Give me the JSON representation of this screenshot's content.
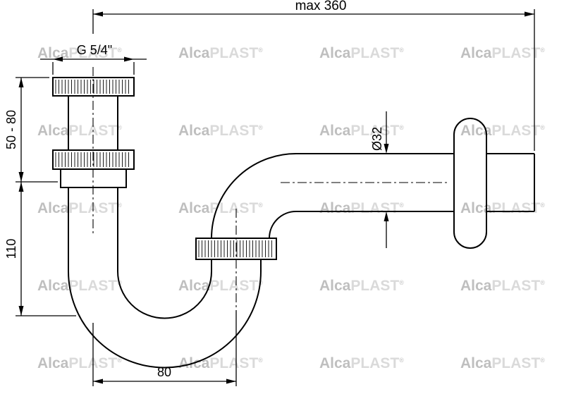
{
  "drawing": {
    "title": "siphon-technical-drawing",
    "dimensions": {
      "max_width": "max 360",
      "thread": "G 5/4\"",
      "inlet_height_range": "50 - 80",
      "trap_depth": "110",
      "pipe_diameter": "Ø32",
      "trap_offset": "80"
    },
    "watermark": {
      "part1": "Alca",
      "part2": "PLAST",
      "reg": "®"
    },
    "colors": {
      "line": "#000000",
      "watermark_dark": "#bfbfbf",
      "watermark_light": "#dadada"
    }
  }
}
